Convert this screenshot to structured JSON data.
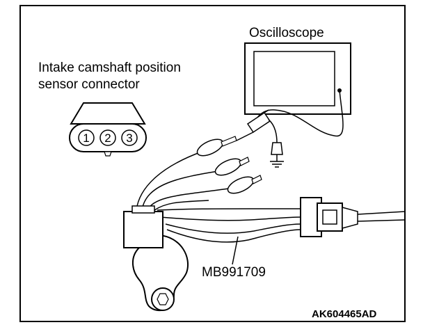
{
  "diagram": {
    "oscilloscope_label": "Oscilloscope",
    "sensor_label_line1": "Intake camshaft position",
    "sensor_label_line2": "sensor connector",
    "connector_pins": [
      "1",
      "2",
      "3"
    ],
    "tool_label": "MB991709",
    "figure_code": "AK604465AD"
  }
}
